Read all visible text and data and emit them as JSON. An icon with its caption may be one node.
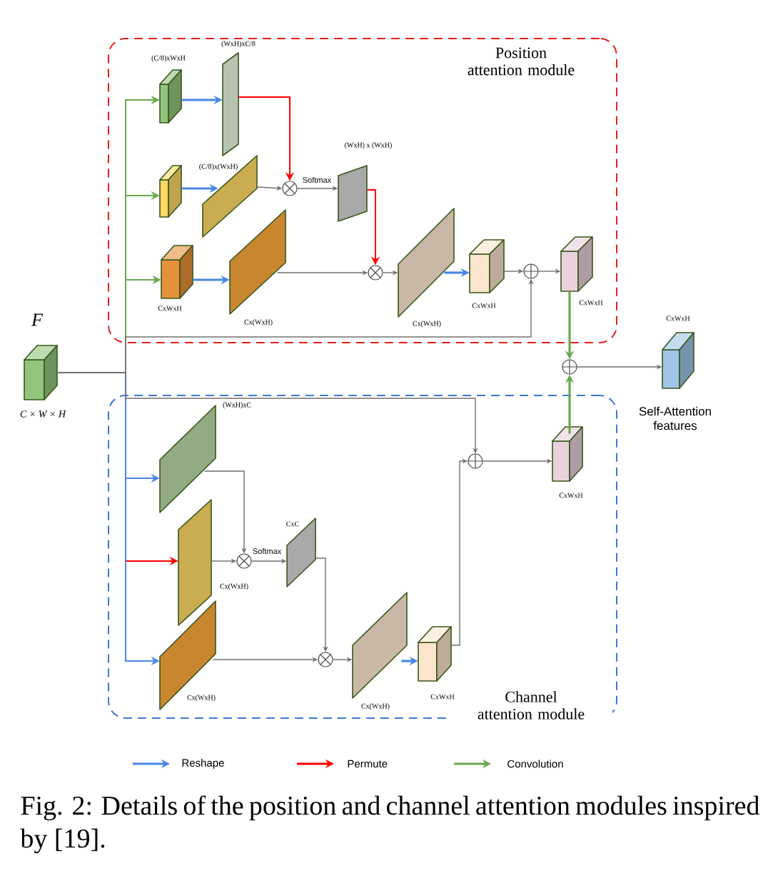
{
  "diagram": {
    "caption": "Fig. 2: Details of the position and channel attention modules inspired by [19].",
    "nodes": [
      {
        "text": [
          "Position attention module"
        ]
      },
      {
        "text": [],
        "shape": "cube",
        "beside": [
          "(C/8)xWxH"
        ],
        "in": 0
      },
      {
        "text": [],
        "shape": "parallelogram",
        "beside": [
          "(WxH)xC/8"
        ],
        "in": 0
      },
      {
        "text": [],
        "shape": "cube",
        "in": 0
      },
      {
        "text": [],
        "shape": "parallelogram",
        "beside": [
          "(C/8)x(WxH)"
        ],
        "in": 0
      },
      {
        "text": [],
        "shape": "otimes",
        "in": 0
      },
      {
        "text": [],
        "shape": "parallelogram",
        "beside": [
          "(WxH) x (WxH)"
        ],
        "in": 0
      },
      {
        "text": [],
        "shape": "cube",
        "beside": [
          "CxWxH"
        ],
        "in": 0
      },
      {
        "text": [],
        "shape": "parallelogram",
        "beside": [
          "Cx(WxH)"
        ],
        "in": 0
      },
      {
        "text": [],
        "shape": "otimes",
        "in": 0
      },
      {
        "text": [],
        "shape": "parallelogram",
        "beside": [
          "Cx(WxH)"
        ],
        "in": 0
      },
      {
        "text": [],
        "shape": "cube",
        "beside": [
          "CxWxH"
        ],
        "in": 0
      },
      {
        "text": [],
        "shape": "oplus",
        "in": 0
      },
      {
        "text": [],
        "shape": "cube",
        "beside": [
          "CxWxH"
        ],
        "in": 0
      },
      {
        "text": [],
        "shape": "cube",
        "beside": [
          "F",
          "C × W × H"
        ]
      },
      {
        "text": [],
        "shape": "oplus"
      },
      {
        "text": [],
        "shape": "cube",
        "beside": [
          "CxWxH",
          "Self-Attention features"
        ]
      },
      {
        "text": [
          "Channel attention module"
        ]
      },
      {
        "text": [],
        "shape": "parallelogram",
        "beside": [
          "(WxH)xC"
        ],
        "in": 17
      },
      {
        "text": [],
        "shape": "parallelogram",
        "beside": [
          "Cx(WxH)"
        ],
        "in": 17
      },
      {
        "text": [],
        "shape": "parallelogram",
        "beside": [
          "Cx(WxH)"
        ],
        "in": 17
      },
      {
        "text": [],
        "shape": "otimes",
        "in": 17
      },
      {
        "text": [],
        "shape": "parallelogram",
        "beside": [
          "CxC"
        ],
        "in": 17
      },
      {
        "text": [],
        "shape": "otimes",
        "in": 17
      },
      {
        "text": [],
        "shape": "parallelogram",
        "beside": [
          "Cx(WxH)"
        ],
        "in": 17
      },
      {
        "text": [],
        "shape": "cube",
        "beside": [
          "CxWxH"
        ],
        "in": 17
      },
      {
        "text": [],
        "shape": "oplus",
        "in": 17
      },
      {
        "text": [],
        "shape": "cube",
        "beside": [
          "CxWxH"
        ],
        "in": 17
      }
    ],
    "edges": [
      {
        "from": 14,
        "to": 1,
        "arrow": "to",
        "color": "#6aa84f"
      },
      {
        "from": 14,
        "to": 3,
        "arrow": "to",
        "color": "#6aa84f"
      },
      {
        "from": 14,
        "to": 7,
        "arrow": "to",
        "color": "#6aa84f"
      },
      {
        "from": 14,
        "to": 18,
        "arrow": "to",
        "color": "#4a86e8"
      },
      {
        "from": 14,
        "to": 19,
        "arrow": "to",
        "color": "#ff0000"
      },
      {
        "from": 14,
        "to": 20,
        "arrow": "to",
        "color": "#4a86e8"
      },
      {
        "from": 14,
        "to": 12,
        "arrow": "to"
      },
      {
        "from": 14,
        "to": 26,
        "arrow": "to"
      },
      {
        "from": 1,
        "to": 2,
        "arrow": "to",
        "color": "#4a86e8"
      },
      {
        "from": 3,
        "to": 4,
        "arrow": "to",
        "color": "#4a86e8"
      },
      {
        "from": 7,
        "to": 8,
        "arrow": "to",
        "color": "#4a86e8"
      },
      {
        "from": 2,
        "to": 5,
        "arrow": "to",
        "color": "#ff0000"
      },
      {
        "from": 4,
        "to": 5,
        "arrow": "to"
      },
      {
        "from": 5,
        "to": 6,
        "arrow": "to",
        "label": "Softmax"
      },
      {
        "from": 6,
        "to": 9,
        "arrow": "to",
        "color": "#ff0000"
      },
      {
        "from": 8,
        "to": 9,
        "arrow": "to"
      },
      {
        "from": 9,
        "to": 10,
        "arrow": "to"
      },
      {
        "from": 10,
        "to": 11,
        "arrow": "to",
        "color": "#4a86e8"
      },
      {
        "from": 11,
        "to": 12,
        "arrow": "to"
      },
      {
        "from": 12,
        "to": 13,
        "arrow": "to"
      },
      {
        "from": 13,
        "to": 15,
        "arrow": "to",
        "color": "#6aa84f"
      },
      {
        "from": 18,
        "to": 21,
        "arrow": "to"
      },
      {
        "from": 19,
        "to": 21,
        "arrow": "to"
      },
      {
        "from": 21,
        "to": 22,
        "arrow": "to",
        "label": "Softmax"
      },
      {
        "from": 22,
        "to": 23,
        "arrow": "to"
      },
      {
        "from": 20,
        "to": 23,
        "arrow": "to"
      },
      {
        "from": 23,
        "to": 24,
        "arrow": "to"
      },
      {
        "from": 24,
        "to": 25,
        "arrow": "to",
        "color": "#4a86e8"
      },
      {
        "from": 25,
        "to": 26,
        "arrow": "to"
      },
      {
        "from": 26,
        "to": 27,
        "arrow": "to"
      },
      {
        "from": 27,
        "to": 15,
        "arrow": "to",
        "color": "#6aa84f"
      },
      {
        "from": 15,
        "to": 16,
        "arrow": "to"
      }
    ],
    "legend": [
      {
        "text": "Reshape",
        "color": "#4a86e8"
      },
      {
        "text": "Permute",
        "color": "#ff0000"
      },
      {
        "text": "Convolution",
        "color": "#6aa84f"
      }
    ]
  }
}
